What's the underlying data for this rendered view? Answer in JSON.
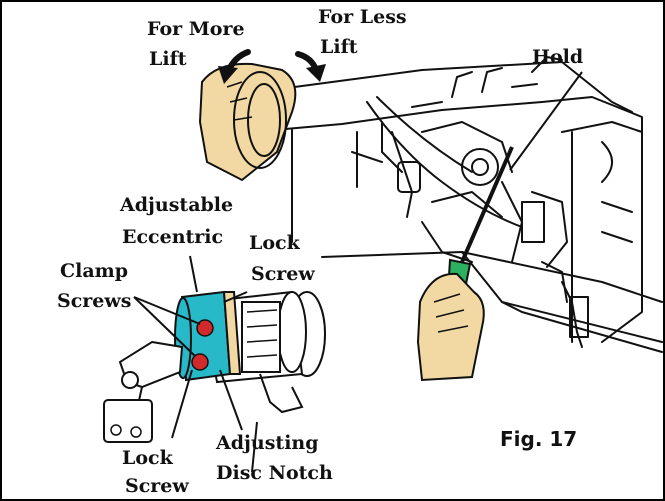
{
  "labels": {
    "more_lift_1": "For More",
    "more_lift_2": "Lift",
    "less_lift_1": "For Less",
    "less_lift_2": "Lift",
    "hold": "Hold",
    "adjustable_1": "Adjustable",
    "adjustable_2": "Eccentric",
    "lock_top_1": "Lock",
    "lock_top_2": "Screw",
    "clamp_1": "Clamp",
    "clamp_2": "Screws",
    "lock_bottom_1": "Lock",
    "lock_bottom_2": "Screw",
    "adjusting_1": "Adjusting",
    "adjusting_2": "Disc Notch"
  },
  "figure_label": "Fig. 17",
  "colors": {
    "skin": "#f2d9a4",
    "eccentric": "#28b9c8",
    "screw": "#d22a2a",
    "grip": "#2bb15f",
    "ink": "#111111"
  }
}
